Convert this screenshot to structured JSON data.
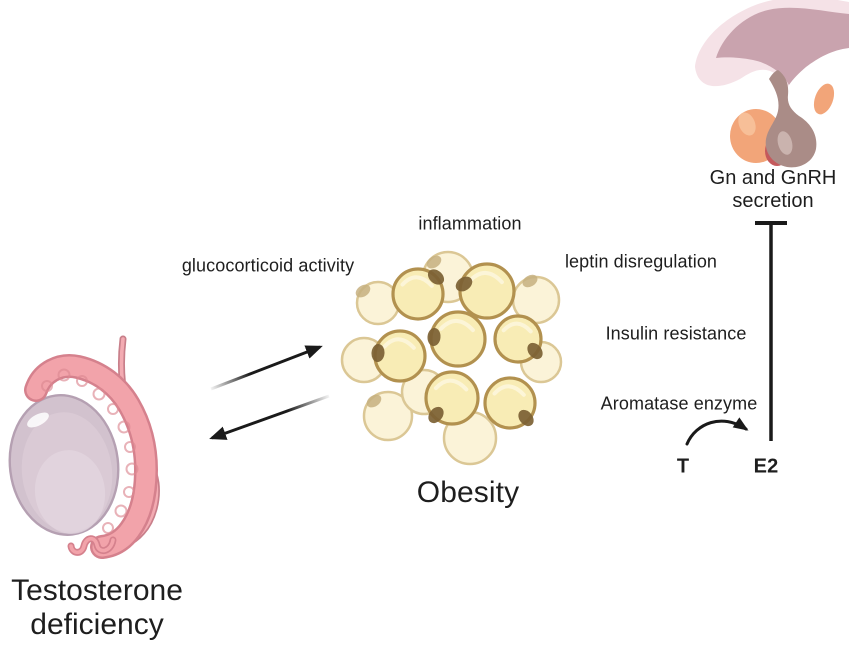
{
  "diagram": {
    "nodes": {
      "testis": {
        "illustration": "testis",
        "label_line1": "Testosterone",
        "label_line2": "deficiency"
      },
      "obesity": {
        "illustration": "adipose-tissue-cluster",
        "label": "Obesity"
      },
      "pituitary": {
        "illustration": "pituitary-gland",
        "label_line1": "Gn and GnRH",
        "label_line2": "secretion"
      }
    },
    "factor_labels": {
      "inflammation": "inflammation",
      "glucocorticoid": "glucocorticoid activity",
      "leptin": "leptin disregulation",
      "insulin": "Insulin resistance",
      "aromatase": "Aromatase enzyme"
    },
    "conversion": {
      "substrate": "T",
      "product": "E2"
    },
    "relationships": [
      {
        "from": "testosterone-deficiency",
        "to": "obesity",
        "type": "arrow"
      },
      {
        "from": "obesity",
        "to": "testosterone-deficiency",
        "type": "arrow"
      },
      {
        "from": "T",
        "to": "E2",
        "type": "conversion-arrow",
        "via": "Aromatase enzyme"
      },
      {
        "from": "E2",
        "to": "Gn and GnRH secretion",
        "type": "inhibition"
      }
    ],
    "colors": {
      "background": "#ffffff",
      "text": "#1e1e1e",
      "arrow": "#1a1a1a",
      "fat_cell_fill": "#f8ecb5",
      "fat_cell_border": "#b2914f",
      "fat_cell_pale_fill": "#fbf3d8",
      "fat_cell_pale_border": "#dbc795",
      "fat_cell_nucleus": "#7c6134",
      "testis_body": "#d2c2ce",
      "epididymis_pink": "#f2a3aa",
      "epididymis_outline": "#d5818d",
      "brain_pink_light": "#f5e2e7",
      "brain_pink_dark": "#c9a3ae",
      "pituitary_anterior_orange": "#f2a579",
      "pituitary_posterior_brown": "#aa8c87",
      "pituitary_red": "#c4595c"
    }
  }
}
